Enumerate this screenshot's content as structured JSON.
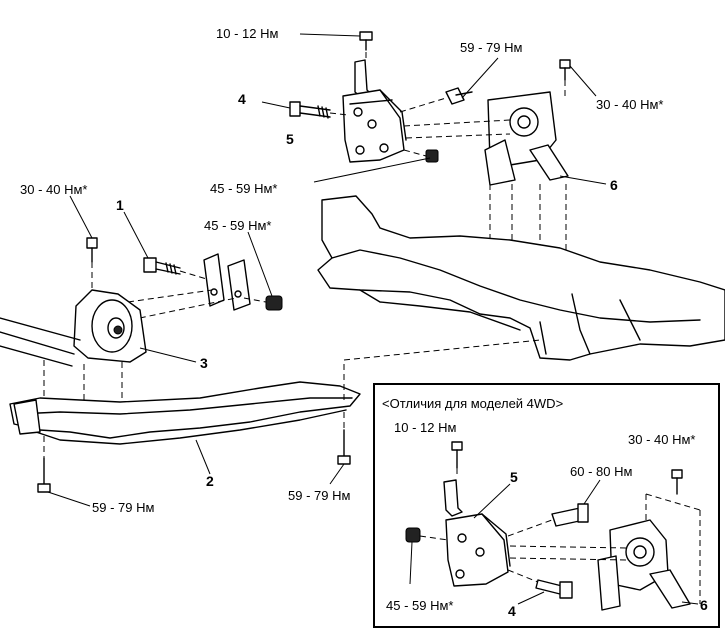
{
  "labels": {
    "torque_top": "10 - 12 Нм",
    "torque_right_bolt": "59 - 79 Нм",
    "torque_far_right": "30 - 40 Нм*",
    "callout_4_top": "4",
    "callout_5_top": "5",
    "callout_6_top": "6",
    "torque_bracket_nut": "45 - 59 Нм*",
    "torque_left_mount": "30 - 40 Нм*",
    "callout_1": "1",
    "torque_left_nut": "45 - 59 Нм*",
    "callout_3": "3",
    "callout_2": "2",
    "torque_member_left": "59 - 79 Нм",
    "torque_member_right": "59 - 79 Нм"
  },
  "inset": {
    "title": "<Отличия для моделей 4WD>",
    "torque_top": "10 - 12 Нм",
    "torque_mid": "60 - 80 Нм",
    "torque_right": "30 - 40 Нм*",
    "torque_nut": "45 - 59 Нм*",
    "callout_5": "5",
    "callout_4": "4",
    "callout_6": "6"
  }
}
